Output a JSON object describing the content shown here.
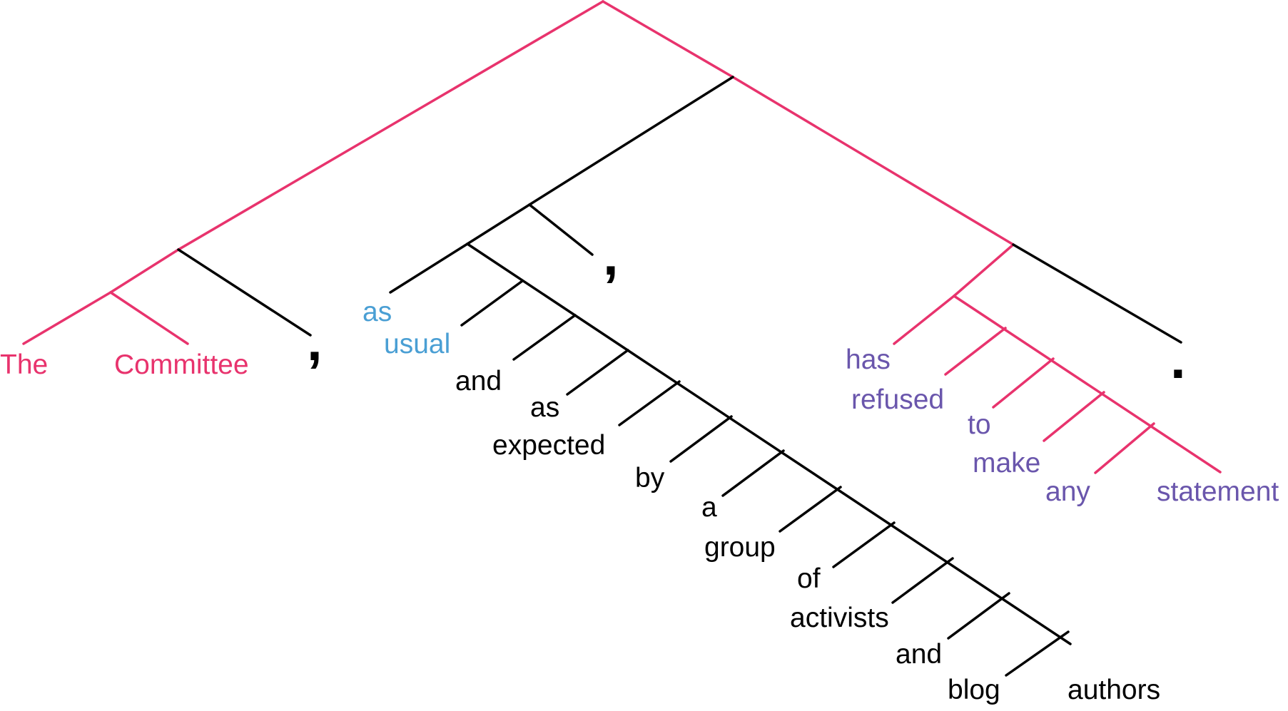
{
  "colors": {
    "subject": "#e8336d",
    "adverbial": "#4a9fd4",
    "predicate": "#6a56ac",
    "default": "#000000"
  },
  "sentence": {
    "subject": {
      "words": [
        "The",
        "Committee"
      ]
    },
    "comma_1": ",",
    "adverbial": {
      "words": [
        "as",
        "usual"
      ]
    },
    "coordination": {
      "words": [
        "and",
        "as",
        "expected",
        "by",
        "a",
        "group",
        "of",
        "activists",
        "and",
        "blog",
        "authors"
      ]
    },
    "comma_2": ",",
    "predicate": {
      "words": [
        "has",
        "refused",
        "to",
        "make",
        "any",
        "statement"
      ]
    },
    "period": "."
  }
}
